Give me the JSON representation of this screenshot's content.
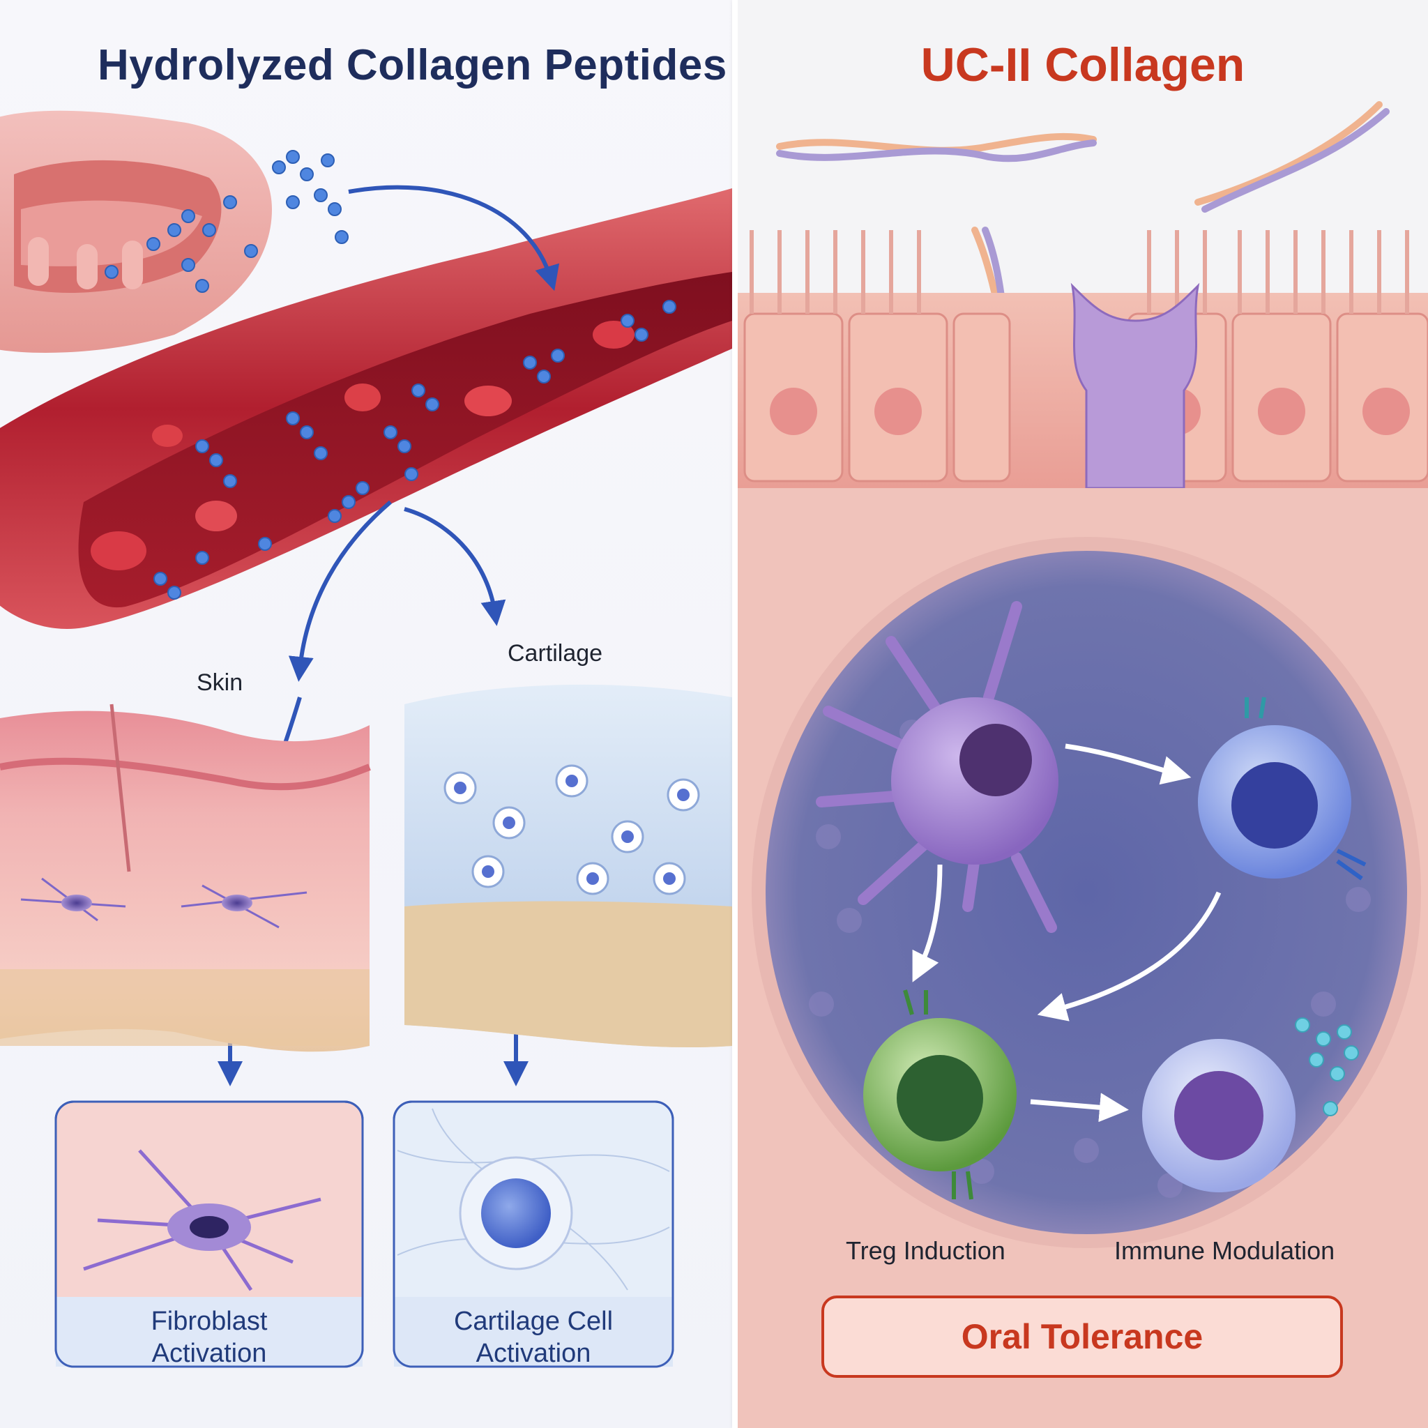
{
  "left_panel": {
    "title": "Hydrolyzed Collagen Peptides",
    "title_color": "#1e2d5c",
    "labels": {
      "skin": "Skin",
      "cartilage": "Cartilage"
    },
    "outcomes": [
      {
        "line1": "Fibroblast",
        "line2": "Activation"
      },
      {
        "line1": "Cartilage Cell",
        "line2": "Activation"
      }
    ]
  },
  "right_panel": {
    "title": "UC-II Collagen",
    "title_color": "#c8381f",
    "labels": {
      "treg": "Treg Induction",
      "immune": "Immune Modulation"
    },
    "outcome": "Oral Tolerance",
    "outcome_color": "#c8381f"
  },
  "colors": {
    "arrow_blue": "#2f55b8",
    "peptide_blue": "#4f86e0",
    "blood_red": "#c6283a",
    "skin_pink": "#f2b7b5",
    "cartilage_blue": "#c8d9ef",
    "apc_purple": "#a889cf",
    "treg_green": "#69a84a",
    "tcell_blue": "#5f77d6"
  }
}
